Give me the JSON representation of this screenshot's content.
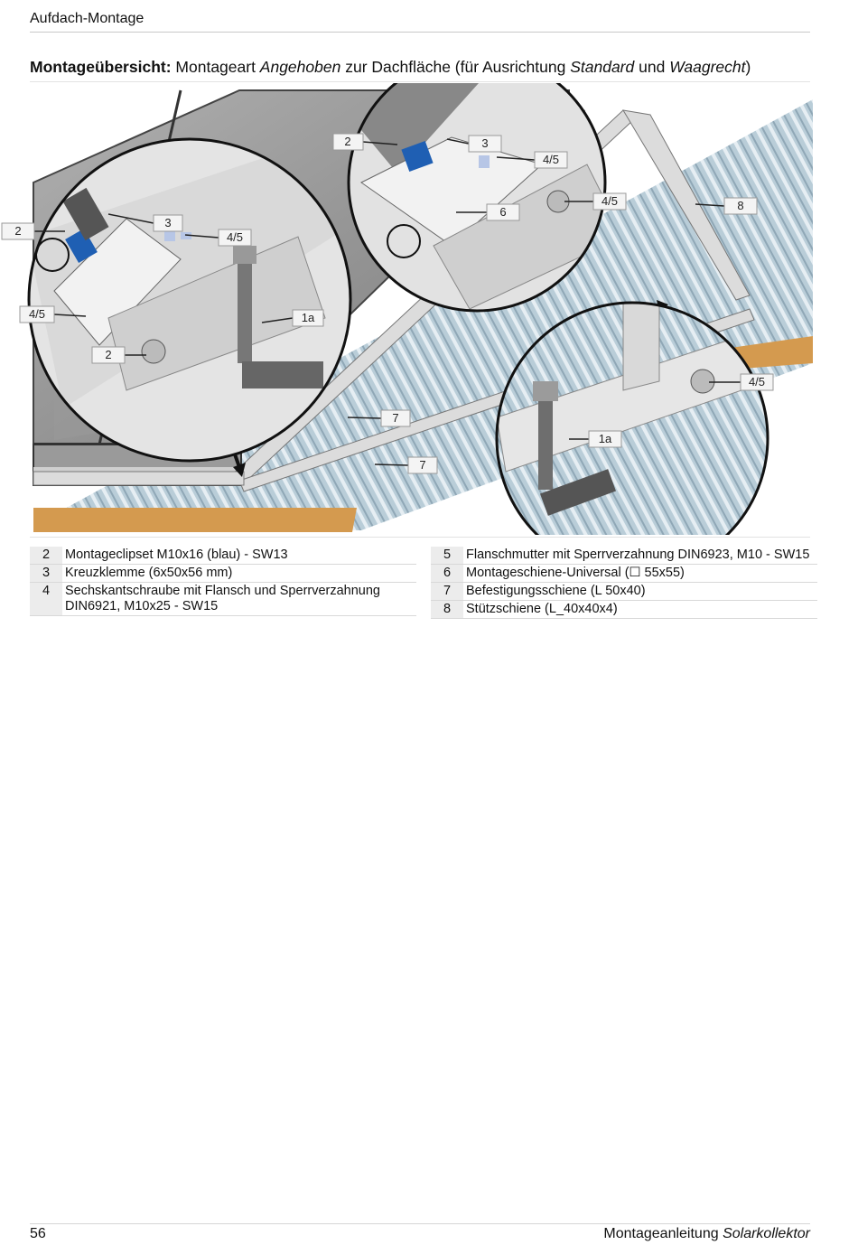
{
  "header": {
    "section": "Aufdach-Montage"
  },
  "title": {
    "bold": "Montageübersicht:",
    "part1": " Montageart ",
    "italic1": "Angehoben",
    "part2": " zur Dachfläche (für Ausrichtung ",
    "italic2": "Standard",
    "part3": " und ",
    "italic3": "Waagrecht",
    "part4": ")"
  },
  "callouts": {
    "c_2_left": "2",
    "c_3_left": "3",
    "c_45_left_a": "4/5",
    "c_45_left_b": "4/5",
    "c_1a_left": "1a",
    "c_2_left_b": "2",
    "c_2_top": "2",
    "c_3_top": "3",
    "c_45_top_a": "4/5",
    "c_6_top": "6",
    "c_45_top_b": "4/5",
    "c_8": "8",
    "c_7_a": "7",
    "c_7_b": "7",
    "c_45_right": "4/5",
    "c_1a_right": "1a"
  },
  "legend_left": [
    {
      "num": "2",
      "text": "Montageclipset M10x16 (blau) - SW13"
    },
    {
      "num": "3",
      "text": "Kreuzklemme (6x50x56 mm)"
    },
    {
      "num": "4",
      "text": "Sechskantschraube mit Flansch und Sperrverzahnung DIN6921, M10x25 - SW15"
    }
  ],
  "legend_right": [
    {
      "num": "5",
      "text": "Flanschmutter mit Sperrverzahnung DIN6923, M10 - SW15"
    },
    {
      "num": "6",
      "text": "Montageschiene-Universal (☐ 55x55)"
    },
    {
      "num": "7",
      "text": "Befestigungsschiene (L 50x40)"
    },
    {
      "num": "8",
      "text": "Stützschiene (L_40x40x4)"
    }
  ],
  "footer": {
    "page": "56",
    "doc_plain": "Montageanleitung ",
    "doc_italic": "Solarkollektor"
  }
}
